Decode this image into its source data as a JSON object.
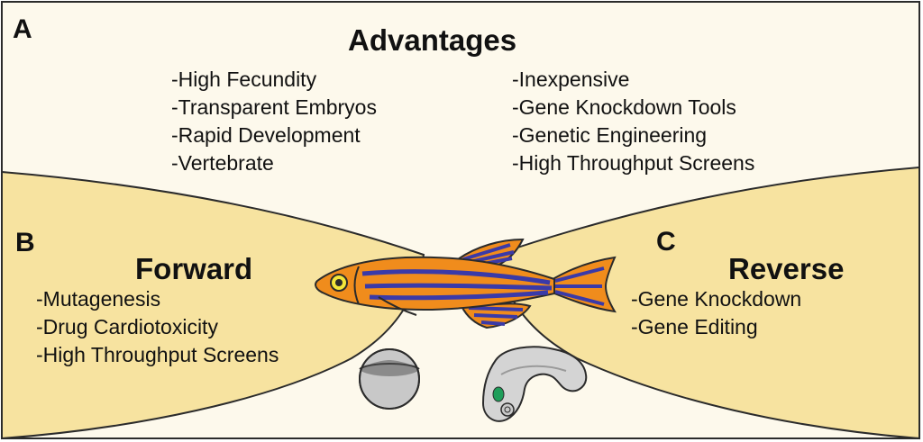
{
  "panels": {
    "a": {
      "letter": "A",
      "title": "Advantages",
      "list_left": [
        "-High Fecundity",
        "-Transparent Embryos",
        "-Rapid Development",
        "-Vertebrate"
      ],
      "list_right": [
        "-Inexpensive",
        "-Gene Knockdown Tools",
        "-Genetic Engineering",
        "-High Throughput Screens"
      ]
    },
    "b": {
      "letter": "B",
      "title": "Forward",
      "list": [
        "-Mutagenesis",
        "-Drug Cardiotoxicity",
        "-High Throughput Screens"
      ]
    },
    "c": {
      "letter": "C",
      "title": "Reverse",
      "list": [
        "-Gene Knockdown",
        "-Gene Editing"
      ]
    }
  },
  "colors": {
    "top_background": "#fdf9ec",
    "wing_fill": "#f7e3a0",
    "outline": "#2b2b2b",
    "fish_body": "#f08c1c",
    "fish_stripe": "#3a3aa8",
    "fish_eye": "#f3e63a",
    "embryo_gray": "#c8c8c8",
    "heart_green": "#1f9e5a"
  },
  "icons": [
    "zebrafish-icon",
    "embryo-egg-icon",
    "larva-embryo-icon"
  ]
}
